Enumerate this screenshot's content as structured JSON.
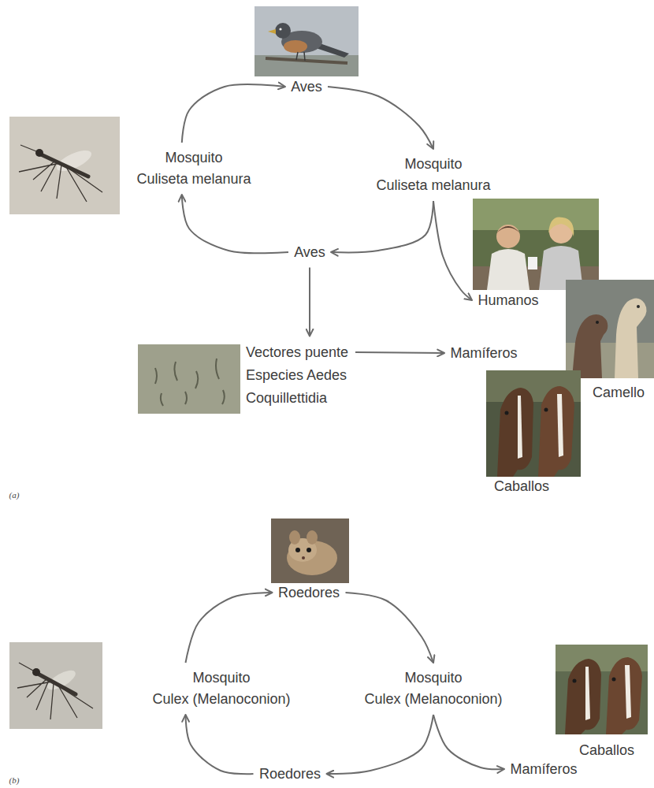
{
  "diagram": {
    "nodes": [
      {
        "text": [
          "Aves"
        ]
      },
      {
        "text": [
          "Mosquito Culiseta melanura"
        ]
      },
      {
        "text": [
          "Mosquito Culiseta melanura"
        ]
      },
      {
        "text": [
          "Aves"
        ]
      },
      {
        "text": [
          "Humanos"
        ]
      },
      {
        "text": [
          "Vectores puente Especies Aedes Coquillettidia"
        ]
      },
      {
        "text": [
          "Mamíferos"
        ]
      },
      {
        "text": [
          "Roedores"
        ]
      },
      {
        "text": [
          "Mosquito Culex (Melanoconion)"
        ]
      },
      {
        "text": [
          "Mosquito Culex (Melanoconion)"
        ]
      },
      {
        "text": [
          "Roedores"
        ]
      },
      {
        "text": [
          "Mamíferos"
        ]
      }
    ],
    "edges": [
      {
        "from": 1,
        "to": 0,
        "arrow": "to"
      },
      {
        "from": 0,
        "to": 2,
        "arrow": "to"
      },
      {
        "from": 2,
        "to": 3,
        "arrow": "to"
      },
      {
        "from": 2,
        "to": 4,
        "arrow": "to"
      },
      {
        "from": 3,
        "to": 1,
        "arrow": "to"
      },
      {
        "from": 3,
        "to": 5,
        "arrow": "to"
      },
      {
        "from": 5,
        "to": 6,
        "arrow": "to"
      },
      {
        "from": 8,
        "to": 7,
        "arrow": "to"
      },
      {
        "from": 7,
        "to": 9,
        "arrow": "to"
      },
      {
        "from": 9,
        "to": 10,
        "arrow": "to"
      },
      {
        "from": 9,
        "to": 11,
        "arrow": "to"
      },
      {
        "from": 10,
        "to": 8,
        "arrow": "to"
      }
    ],
    "labels": [
      "Camello",
      "Caballos",
      "Caballos",
      "(a)",
      "(b)"
    ]
  }
}
